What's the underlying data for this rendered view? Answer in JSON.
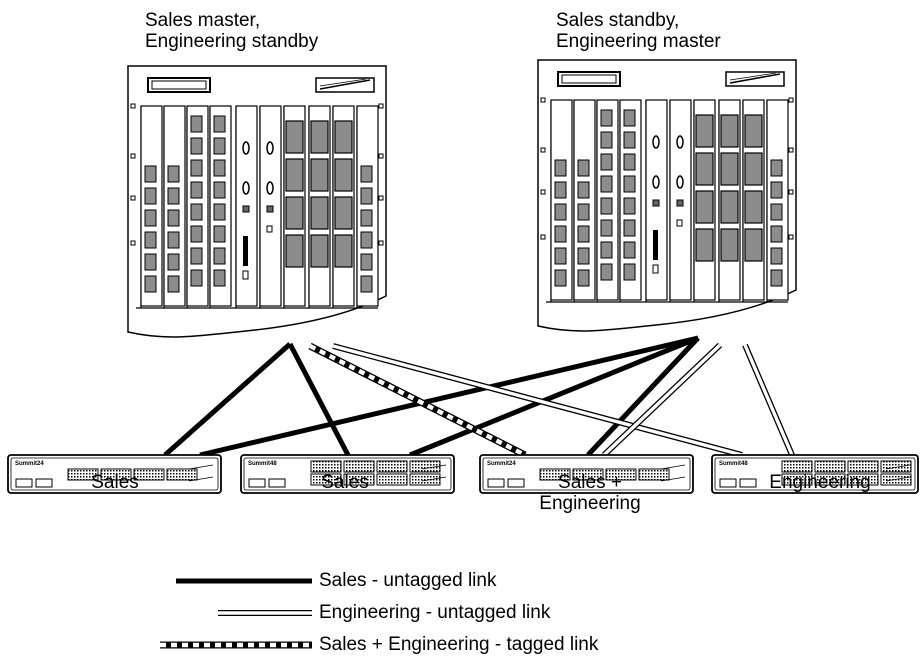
{
  "chassis": [
    {
      "label_line1": "Sales master,",
      "label_line2": "Engineering standby"
    },
    {
      "label_line1": "Sales standby,",
      "label_line2": "Engineering master"
    }
  ],
  "switches": [
    {
      "label": "Sales",
      "badge": "Summit24"
    },
    {
      "label": "Sales",
      "badge": "Summit48"
    },
    {
      "label": "Sales +",
      "label2": "Engineering",
      "badge": "Summit24"
    },
    {
      "label": "Engineering",
      "badge": "Summit48"
    }
  ],
  "legend": {
    "sales": "Sales - untagged link",
    "engineering": "Engineering - untagged link",
    "tagged": "Sales + Engineering - tagged link"
  },
  "colors": {
    "line": "#000000",
    "module": "#8c8c8c",
    "background": "#ffffff"
  }
}
